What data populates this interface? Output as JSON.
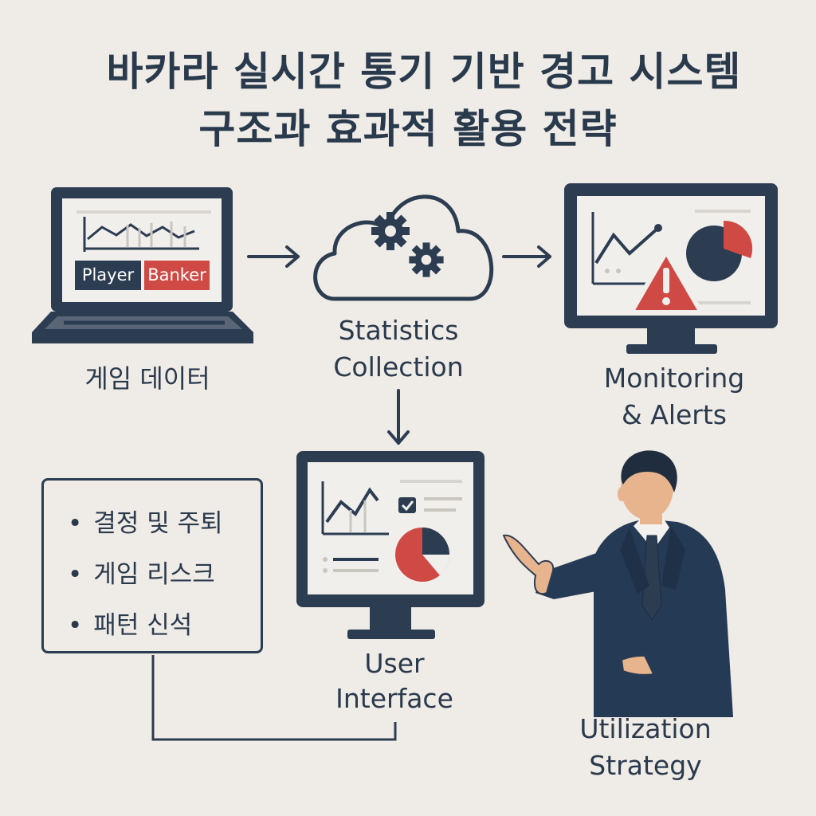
{
  "title": {
    "line1": "바카라 실시간 통기 기반 경고 시스템",
    "line2": "구조과 효과적 활용 전략"
  },
  "nodes": {
    "game_data": {
      "label": "게임 데이터",
      "player_tag": "Player",
      "banker_tag": "Banker"
    },
    "statistics": {
      "label_line1": "Statistics",
      "label_line2": "Collection"
    },
    "monitoring": {
      "label_line1": "Monitoring",
      "label_line2": "& Alerts"
    },
    "user_interface": {
      "label_line1": "User",
      "label_line2": "Interface"
    },
    "utilization": {
      "label_line1": "Utilization",
      "label_line2": "Strategy"
    }
  },
  "notes": {
    "bullet": "•",
    "items": [
      "결정 및 주퇴",
      "게임 리스크",
      "패턴 신석"
    ]
  },
  "colors": {
    "navy": "#2c3d52",
    "red": "#cf4a45",
    "screen": "#f1efec",
    "background": "#efebe6",
    "skin": "#e8b48e"
  }
}
